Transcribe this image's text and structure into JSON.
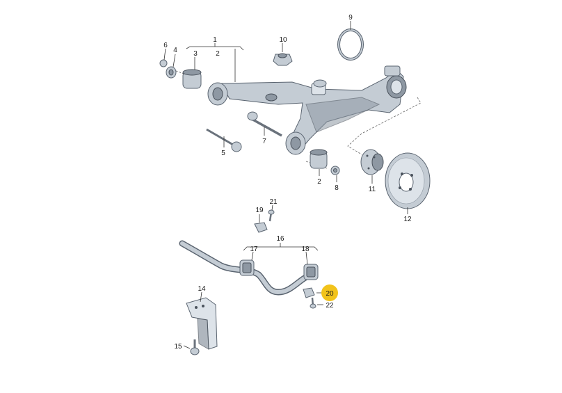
{
  "callouts": {
    "c1": "1",
    "c2a": "2",
    "c2b": "2",
    "c3": "3",
    "c4": "4",
    "c5": "5",
    "c6": "6",
    "c7": "7",
    "c8": "8",
    "c9": "9",
    "c10": "10",
    "c11": "11",
    "c12": "12",
    "c14": "14",
    "c15": "15",
    "c16": "16",
    "c17": "17",
    "c18": "18",
    "c19": "19",
    "c20": "20",
    "c21": "21",
    "c22": "22"
  },
  "colors": {
    "highlight": "#f2c31b",
    "part": "#c4ccd4",
    "part_dark": "#8e98a3",
    "outline": "#5a6470"
  }
}
